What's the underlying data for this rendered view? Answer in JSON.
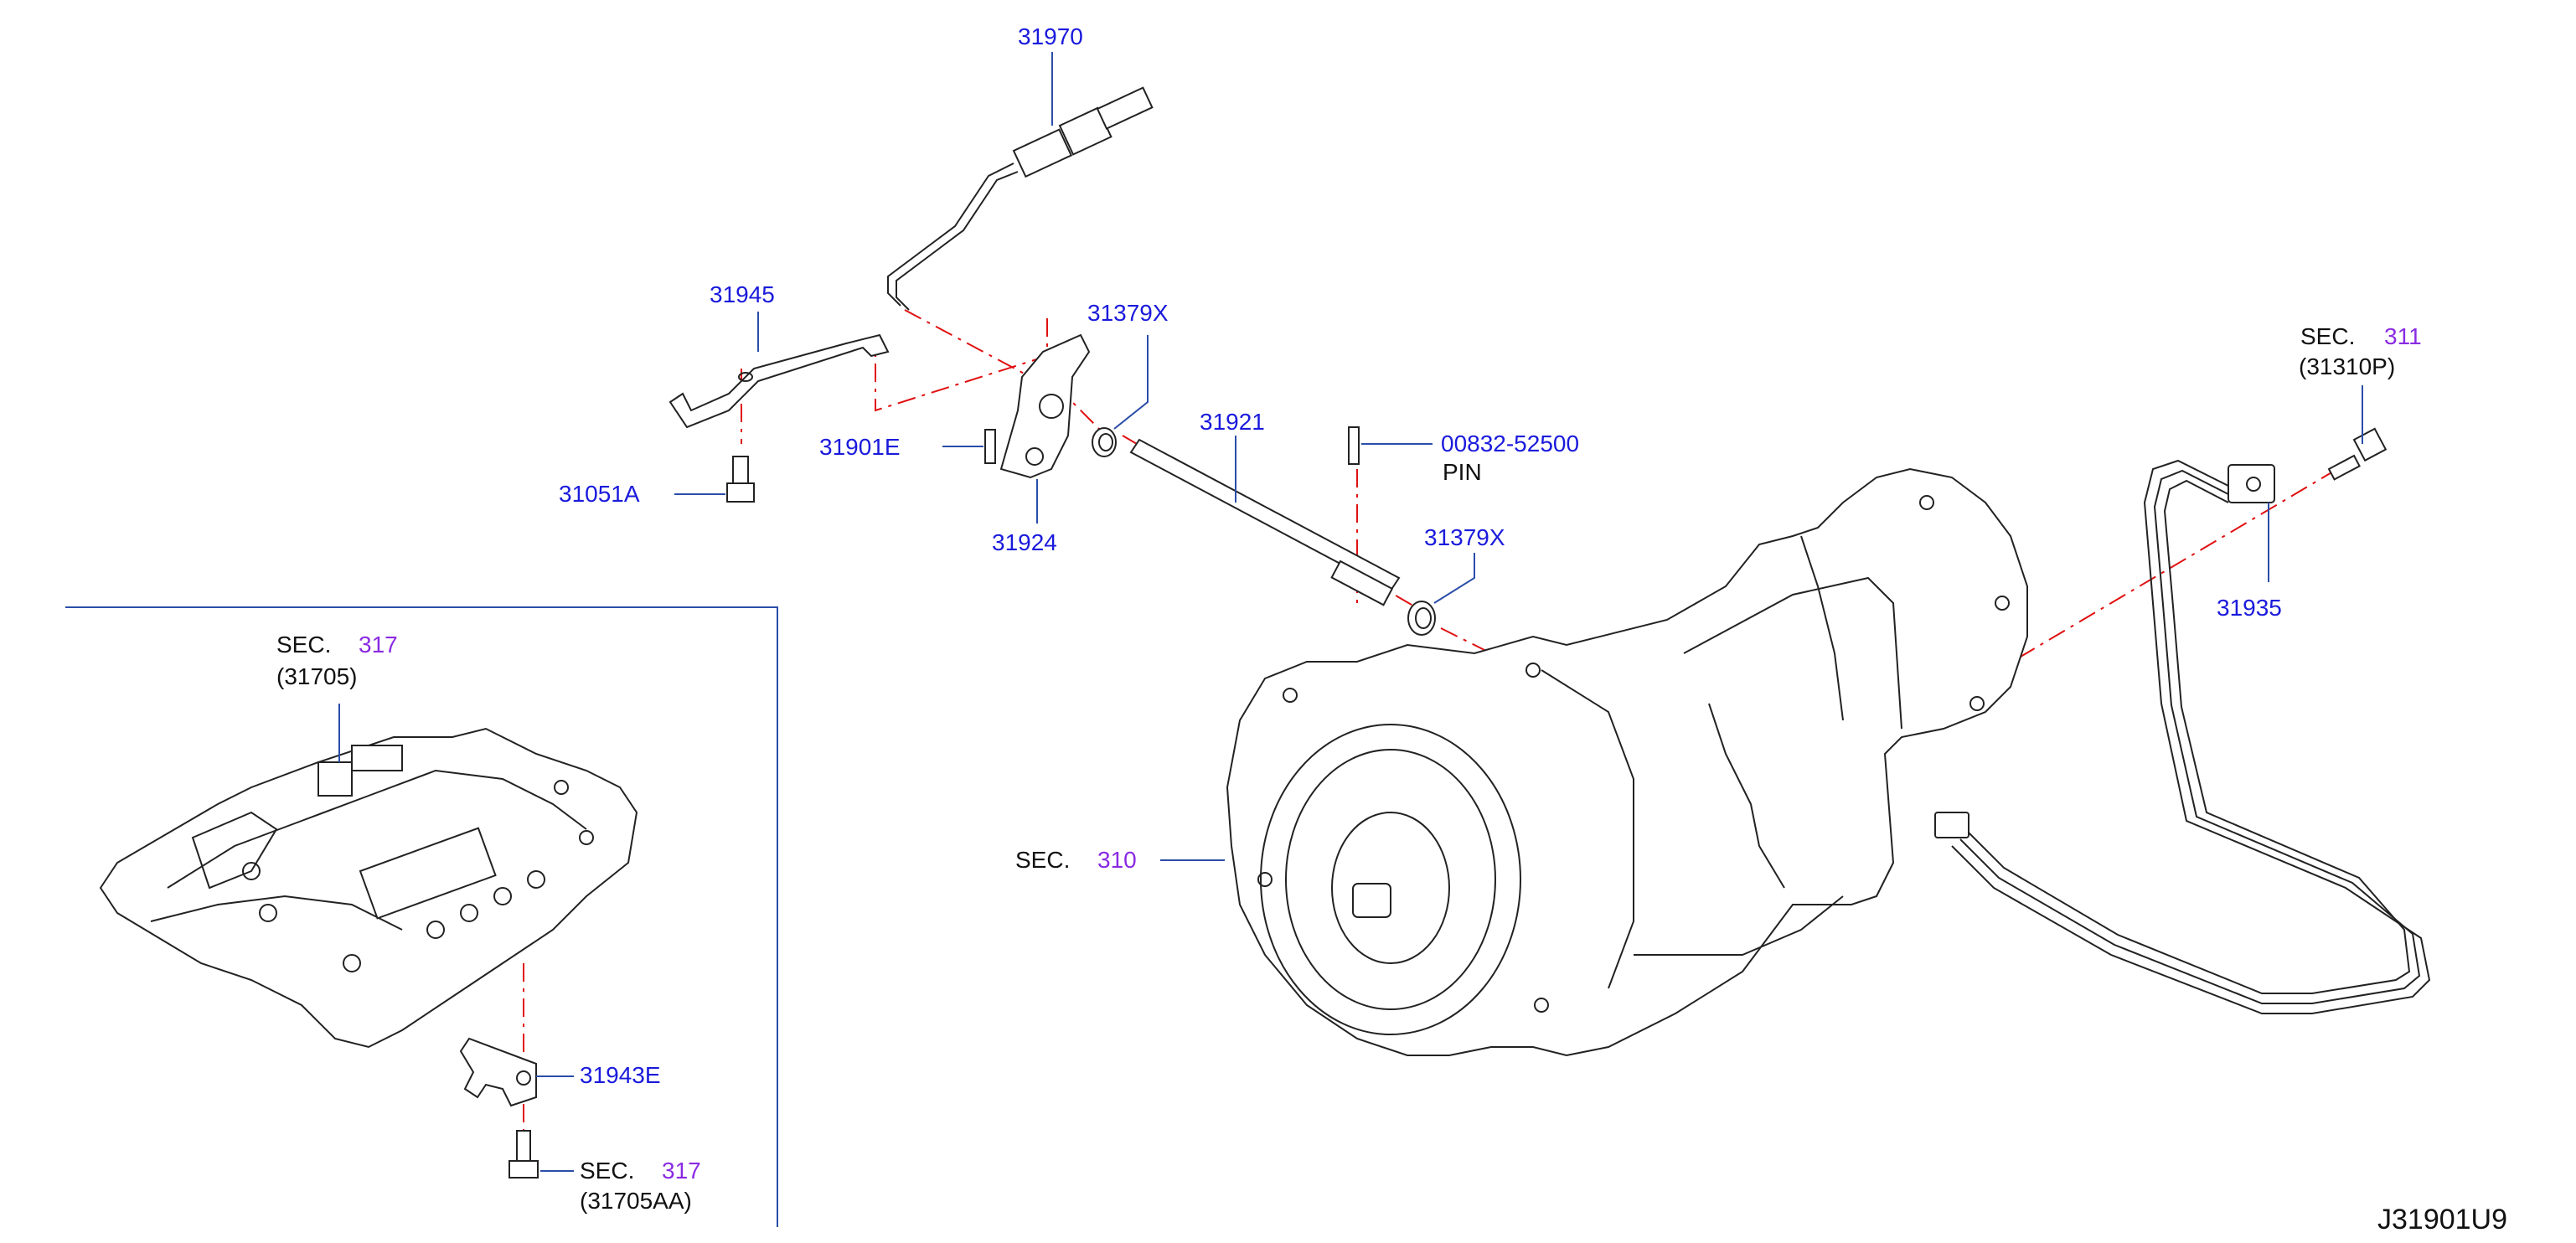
{
  "labels": {
    "p31970": "31970",
    "p31945": "31945",
    "p31379x_top": "31379X",
    "p31901e": "31901E",
    "p31051a": "31051A",
    "p31924": "31924",
    "p31921": "31921",
    "p00832": "00832-52500",
    "pin": "PIN",
    "p31379x_mid": "31379X",
    "sec_word": "SEC.",
    "sec311_num": "311",
    "sec311_part": "(31310P)",
    "p31935": "31935",
    "sec317a_num": "317",
    "sec317a_part": "(31705)",
    "sec310_num": "310",
    "p31943e": "31943E",
    "sec317b_num": "317",
    "sec317b_part": "(31705AA)",
    "diagram_code": "J31901U9"
  },
  "colors": {
    "part_number": "#1a1adc",
    "section_number": "#8a2be2",
    "leader": "#2a4da8",
    "centerline": "#e01010",
    "outline": "#222222"
  }
}
